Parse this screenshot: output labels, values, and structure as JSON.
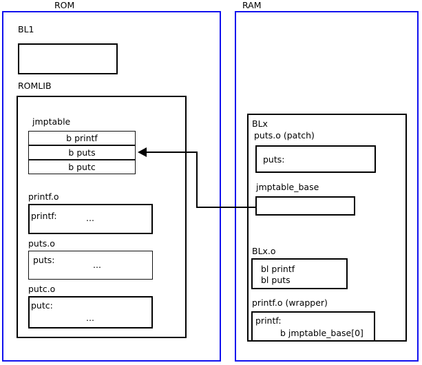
{
  "diagram": {
    "title_rom": "ROM",
    "title_ram": "RAM"
  },
  "rom": {
    "label": "ROM",
    "bl1": {
      "label": "BL1",
      "content": ""
    },
    "romlib": {
      "label": "ROMLIB",
      "jmptable": {
        "label": "jmptable",
        "entries": [
          "b printf",
          "b puts",
          "b putc"
        ]
      },
      "objects": [
        {
          "label": "printf.o",
          "symbol": "printf:",
          "body": "..."
        },
        {
          "label": "puts.o",
          "symbol": "puts:",
          "body": "..."
        },
        {
          "label": "putc.o",
          "symbol": "putc:",
          "body": "..."
        }
      ]
    }
  },
  "ram": {
    "label": "RAM",
    "blx": {
      "label": "BLx",
      "patch": {
        "label": "puts.o (patch)",
        "symbol": "puts:"
      },
      "jmptable_base": {
        "label": "jmptable_base",
        "content": ""
      },
      "blx_o": {
        "label": "BLx.o",
        "line1": "bl printf",
        "line2": "bl puts"
      },
      "wrapper": {
        "label": "printf.o (wrapper)",
        "symbol": "printf:",
        "branch": "b jmptable_base[0]"
      }
    }
  },
  "colors": {
    "region_border": "#1010ee",
    "box_border": "#000000",
    "background": "#ffffff",
    "text": "#000000"
  },
  "connector": {
    "name": "jmptable-base-to-jmptable-puts-arrow",
    "from": "jmptable_base",
    "to": "b puts"
  }
}
